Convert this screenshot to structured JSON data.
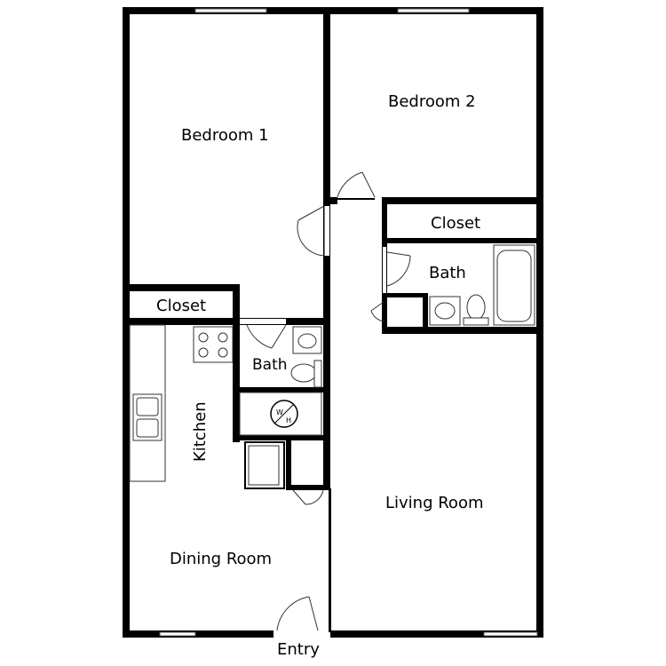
{
  "rooms": {
    "bedroom1": "Bedroom 1",
    "bedroom2": "Bedroom 2",
    "closet_right": "Closet",
    "closet_left": "Closet",
    "bath_right": "Bath",
    "bath_left": "Bath",
    "kitchen": "Kitchen",
    "living_room": "Living Room",
    "dining_room": "Dining Room"
  },
  "water_heater": {
    "top": "W",
    "bottom": "H"
  },
  "entry": "Entry",
  "colors": {
    "wall": "#000000",
    "fixture_stroke": "#333333",
    "background": "#ffffff"
  },
  "icons": [
    "door-swing-icon",
    "stove-icon",
    "sink-icon",
    "toilet-icon",
    "bathtub-icon",
    "water-heater-icon",
    "fridge-icon"
  ]
}
